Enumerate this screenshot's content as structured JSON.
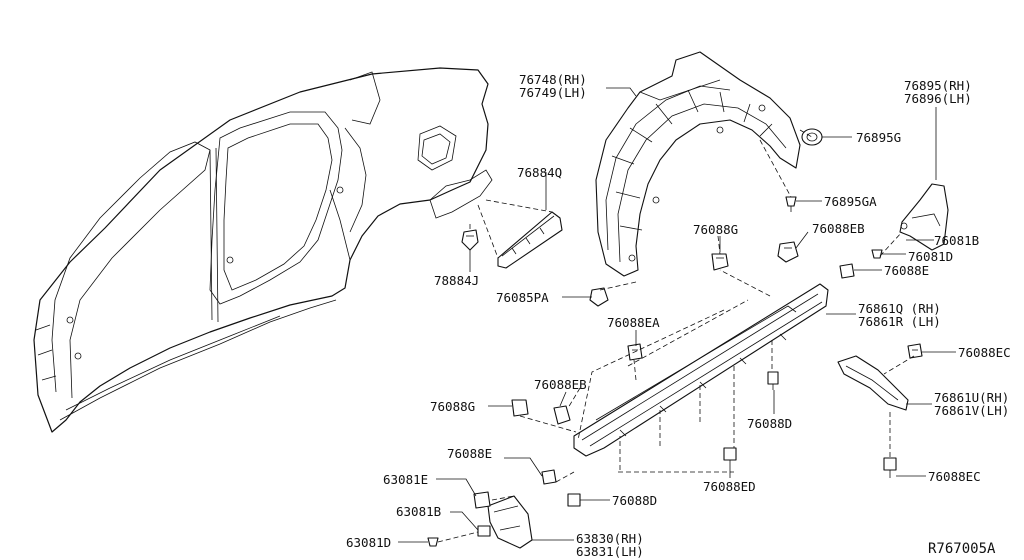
{
  "diagram_id": "R767005A",
  "labels": {
    "p76748_76749": [
      "76748(RH)",
      "76749(LH)"
    ],
    "p76895_76896": [
      "76895(RH)",
      "76896(LH)"
    ],
    "p76895G": "76895G",
    "p76884Q": "76884Q",
    "p76895GA": "76895GA",
    "p76088G_a": "76088G",
    "p76088EB_a": "76088EB",
    "p76081B_a": "76081B",
    "p76081D": "76081D",
    "p78884J": "78884J",
    "p76088E_a": "76088E",
    "p76085PA": "76085PA",
    "p76861Q_R": [
      "76861Q (RH)",
      "76861R (LH)"
    ],
    "p76088EA": "76088EA",
    "p76088EC_a": "76088EC",
    "p76088EB_b": "76088EB",
    "p76861U_V": [
      "76861U(RH)",
      "76861V(LH)"
    ],
    "p76088G_b": "76088G",
    "p76088D_a": "76088D",
    "p76088E_b": "76088E",
    "p63081E": "63081E",
    "p76088ED": "76088ED",
    "p76088EC_b": "76088EC",
    "p76088D_b": "76088D",
    "p63081B": "63081B",
    "p63830_63831": [
      "63830(RH)",
      "63831(LH)"
    ],
    "p63081D": "63081D"
  }
}
